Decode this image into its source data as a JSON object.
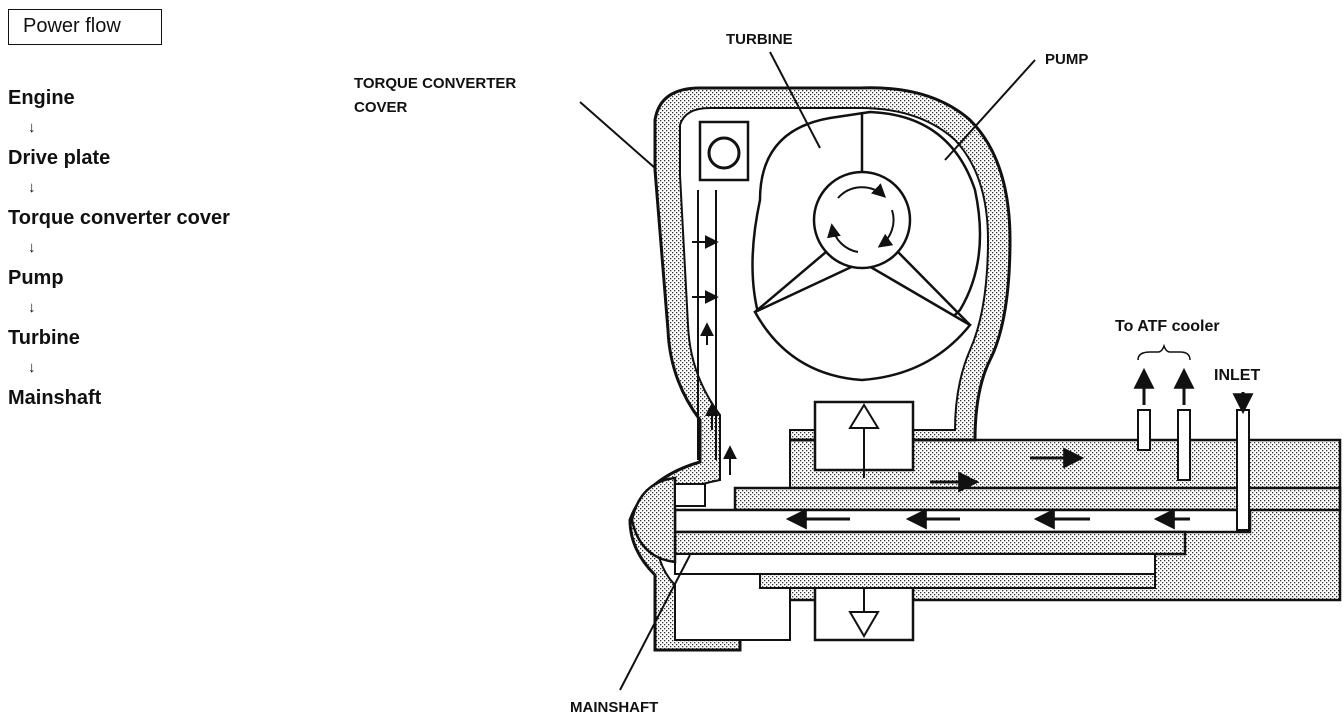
{
  "power_flow": {
    "title": "Power flow",
    "steps": [
      "Engine",
      "Drive plate",
      "Torque converter cover",
      "Pump",
      "Turbine",
      "Mainshaft"
    ],
    "arrow": "↓"
  },
  "labels": {
    "turbine": "TURBINE",
    "pump": "PUMP",
    "cover_line1": "TORQUE CONVERTER",
    "cover_line2": "COVER",
    "atf_cooler": "To ATF cooler",
    "inlet": "INLET",
    "mainshaft": "MAINSHAFT"
  }
}
